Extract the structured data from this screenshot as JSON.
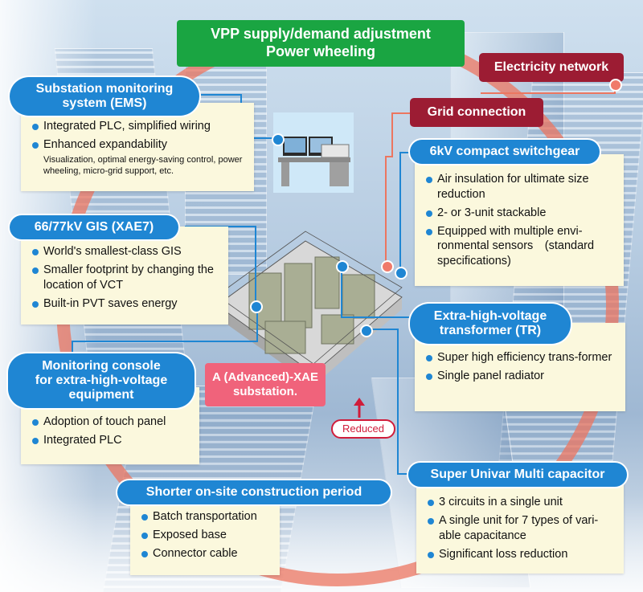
{
  "title": {
    "line1": "VPP supply/demand adjustment",
    "line2": "Power wheeling"
  },
  "tags": {
    "electricity_network": "Electricity network",
    "grid_connection": "Grid connection"
  },
  "ems": {
    "heading1": "Substation monitoring",
    "heading2": "system (EMS)",
    "items": [
      "Integrated PLC, simplified wiring",
      "Enhanced expandability"
    ],
    "note": "Visualization, optimal energy-saving control, power wheeling, micro-grid support, etc."
  },
  "gis": {
    "heading": "66/77kV GIS (XAE7)",
    "items": [
      "World's smallest-class GIS",
      "Smaller footprint by changing the location of VCT",
      "Built-in PVT saves energy"
    ]
  },
  "console": {
    "heading1": "Monitoring console",
    "heading2": "for extra-high-voltage",
    "heading3": "equipment",
    "items": [
      "Adoption of touch panel",
      "Integrated PLC"
    ]
  },
  "construction": {
    "heading": "Shorter on-site construction period",
    "items": [
      "Batch transportation",
      "Exposed base",
      "Connector cable"
    ]
  },
  "switchgear": {
    "heading": "6kV compact switchgear",
    "items": [
      "Air insulation for ultimate size reduction",
      "2- or 3-unit stackable",
      "Equipped with multiple envi-ronmental sensors　(standard specifications)"
    ]
  },
  "transformer": {
    "heading1": "Extra-high-voltage",
    "heading2": "transformer (TR)",
    "items": [
      "Super high efficiency trans-former",
      "Single panel radiator"
    ]
  },
  "capacitor": {
    "heading": "Super Univar Multi capacitor",
    "items": [
      "3 circuits in a single unit",
      "A single unit for 7 types of  vari-able capacitance",
      "Significant loss reduction"
    ]
  },
  "substation": {
    "label1": "A (Advanced)-XAE",
    "label2": "substation.",
    "reduced": "Reduced"
  },
  "colors": {
    "pill": "#1f86d3",
    "panel": "#fbf8dd",
    "title_green": "#1aa542",
    "tag_red": "#9c1c33",
    "ring": "#ec7660",
    "label_pink": "#f0637b"
  }
}
